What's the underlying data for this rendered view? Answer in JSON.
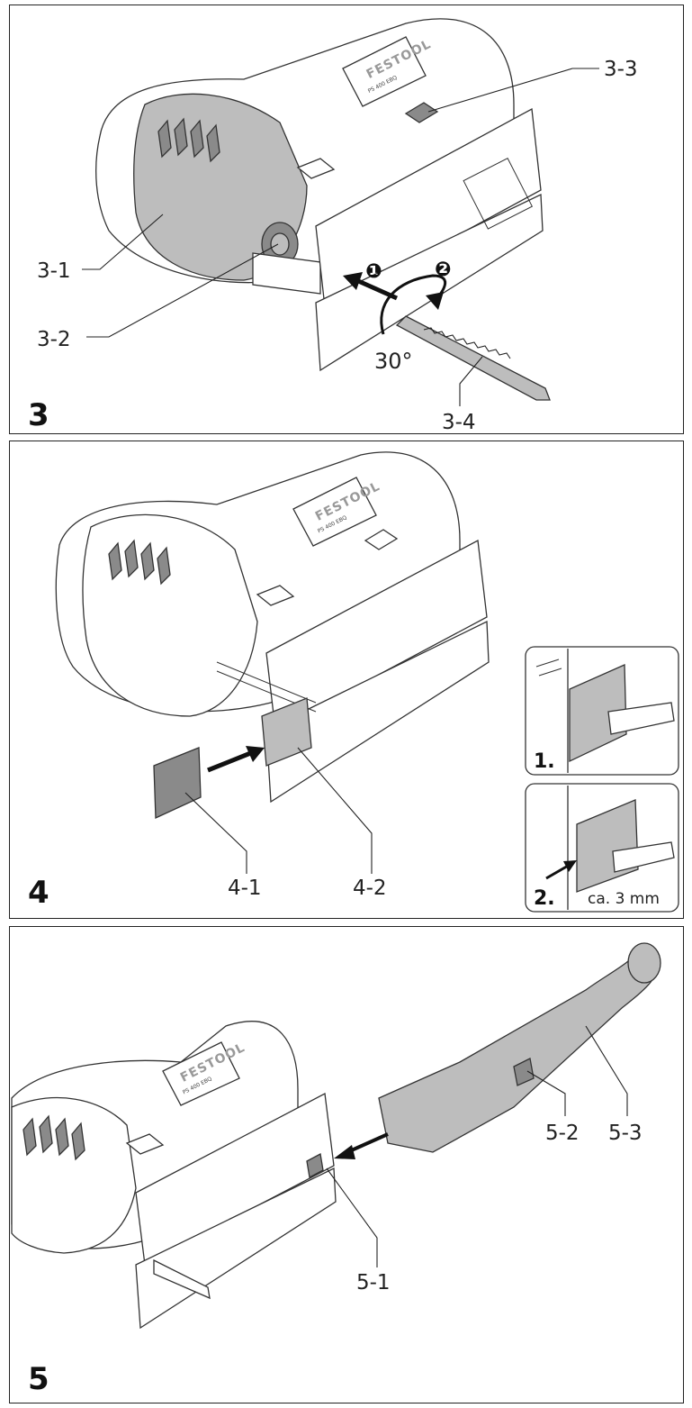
{
  "panels": [
    {
      "figure_number": "3",
      "labels": {
        "part1": "3-1",
        "part2": "3-2",
        "part3": "3-3",
        "part4": "3-4"
      },
      "angle": "30°",
      "steps": [
        "❶",
        "❷"
      ],
      "tool": {
        "brand": "FESTOOL",
        "model": "PS 400 EBQ"
      }
    },
    {
      "figure_number": "4",
      "labels": {
        "part1": "4-1",
        "part2": "4-2"
      },
      "insets": [
        {
          "step": "1.",
          "note": ""
        },
        {
          "step": "2.",
          "note": "ca. 3 mm"
        }
      ],
      "tool": {
        "brand": "FESTOOL",
        "model": "PS 400 EBQ"
      }
    },
    {
      "figure_number": "5",
      "labels": {
        "part1": "5-1",
        "part2": "5-2",
        "part3": "5-3"
      },
      "tool": {
        "brand": "FESTOOL",
        "model": "PS 400 EBQ"
      }
    }
  ],
  "colors": {
    "line": "#222222",
    "shade_light": "#bdbdbd",
    "shade_dark": "#8a8a8a",
    "background": "#ffffff"
  }
}
